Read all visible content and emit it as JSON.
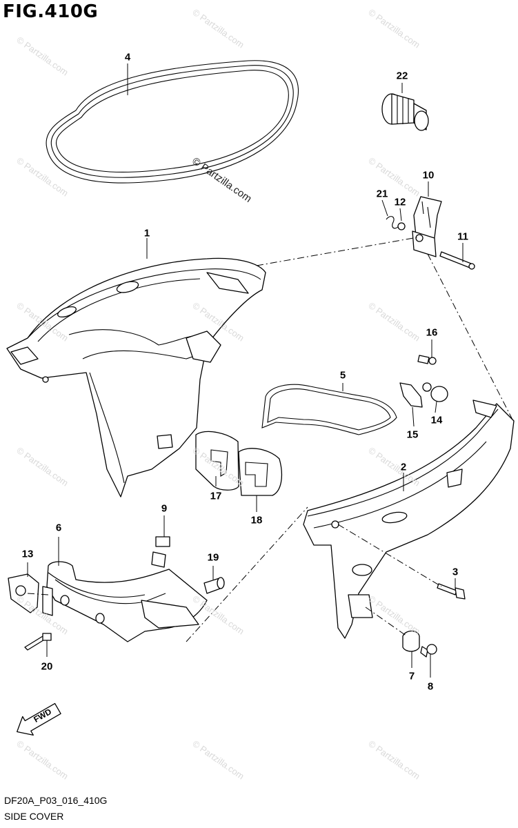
{
  "figure": {
    "title": "FIG.410G",
    "code": "DF20A_P03_016_410G",
    "name": "SIDE COVER"
  },
  "watermark": {
    "text": "© Partzilla.com",
    "center_text": "© Partzilla.com"
  },
  "callouts": {
    "c1": "1",
    "c2": "2",
    "c3": "3",
    "c4": "4",
    "c5": "5",
    "c6": "6",
    "c7": "7",
    "c8": "8",
    "c9": "9",
    "c10": "10",
    "c11": "11",
    "c12": "12",
    "c13": "13",
    "c14": "14",
    "c15": "15",
    "c16": "16",
    "c17": "17",
    "c18": "18",
    "c19": "19",
    "c20": "20",
    "c21": "21",
    "c22": "22"
  },
  "direction_arrow": {
    "label": "FWD"
  }
}
